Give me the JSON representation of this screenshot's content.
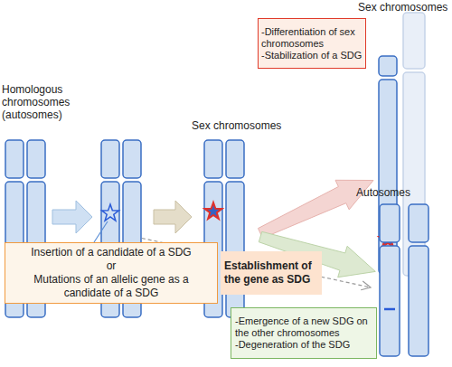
{
  "diagram": {
    "nodes": [
      {
        "text": [
          "-Differentiation of sex chromosomes",
          "-Stabilization of a SDG"
        ]
      },
      {
        "text": [
          "Insertion of a candidate of a SDG",
          "or",
          "Mutations of an allelic gene as a candidate of a SDG"
        ]
      },
      {
        "text": [
          "Establishment of the gene as SDG"
        ]
      },
      {
        "text": [
          "-Emergence of a new SDG on the other chromosomes",
          "-Degeneration of the SDG"
        ]
      }
    ],
    "labels": [
      "Sex chromosomes",
      "Homologous chromosomes (autosomes)",
      "Sex chromosomes",
      "Autosomes"
    ]
  }
}
